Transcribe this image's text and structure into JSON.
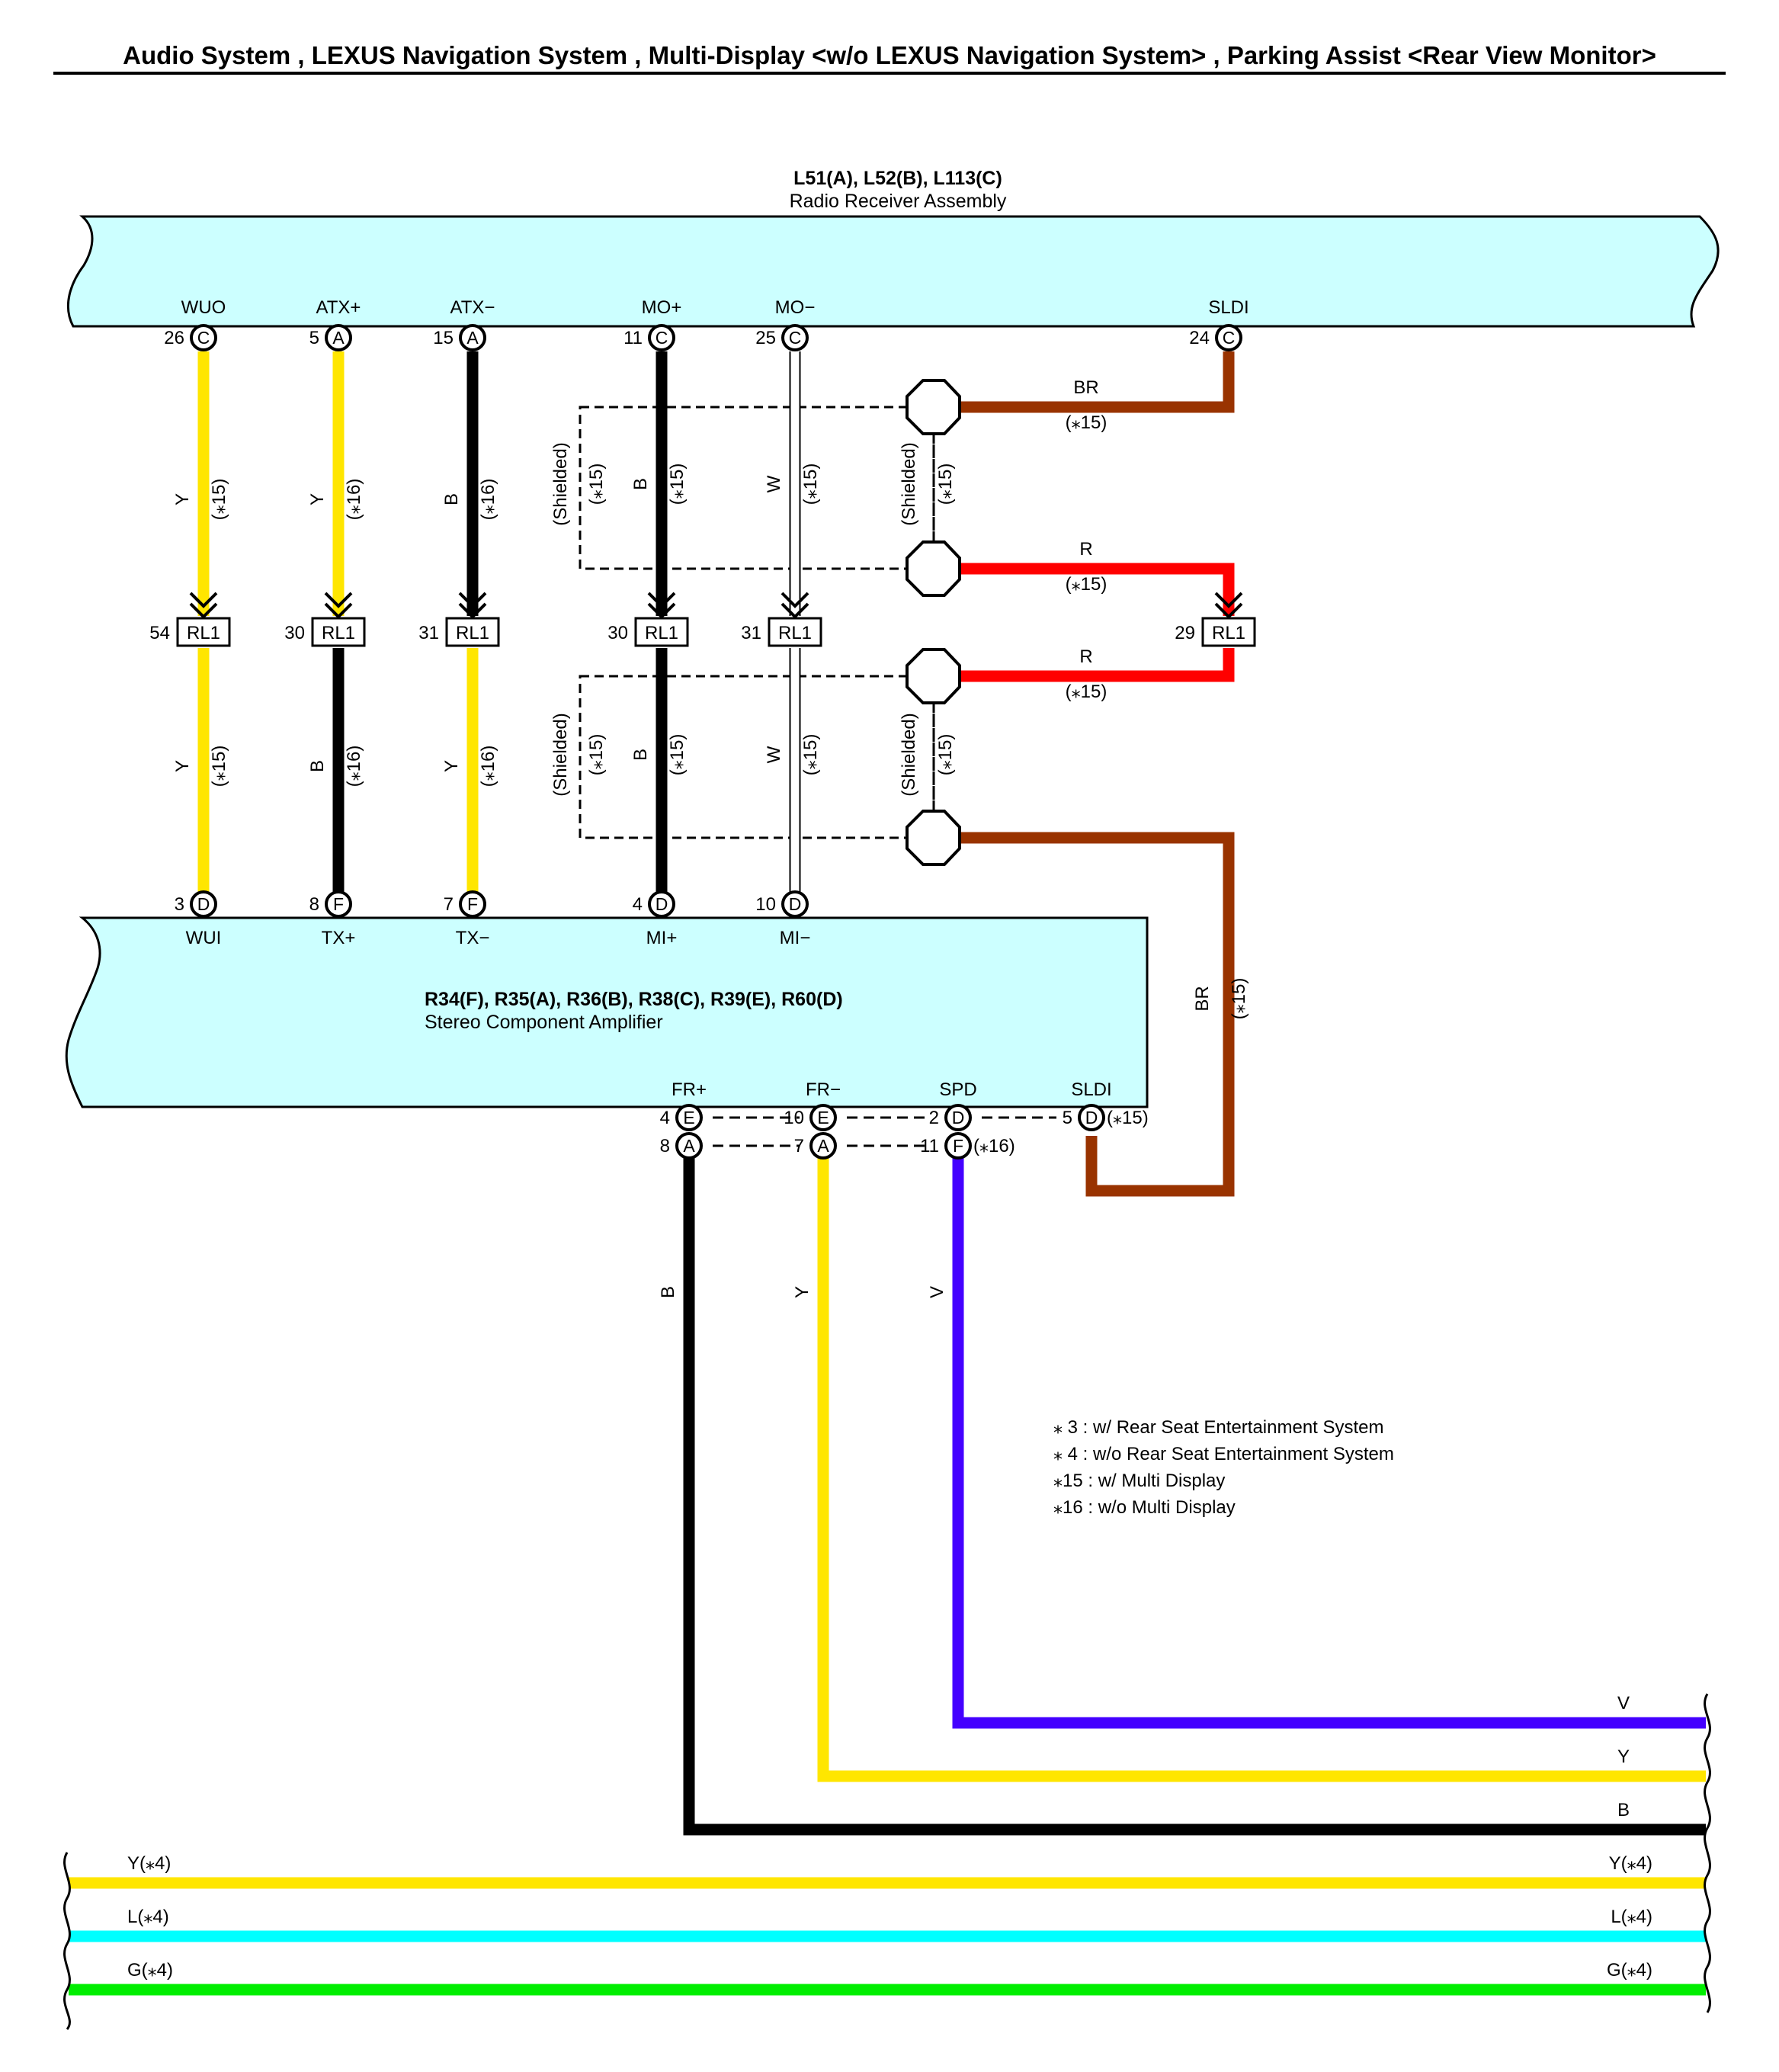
{
  "page": {
    "title": "Audio System , LEXUS Navigation System , Multi-Display <w/o LEXUS Navigation System> , Parking Assist <Rear View Monitor>"
  },
  "colors": {
    "component_fill": "#ccffff",
    "Y": "#ffe600",
    "B": "#000000",
    "W": "#ffffff",
    "R": "#ff0000",
    "BR": "#993300",
    "V": "#4400ff",
    "L": "#00ffff",
    "G": "#00ee00"
  },
  "components": {
    "radio": {
      "name": "L51(A), L52(B), L113(C)",
      "desc": "Radio Receiver Assembly",
      "pins": [
        {
          "label": "WUO",
          "num": "26",
          "conn": "C"
        },
        {
          "label": "ATX+",
          "num": "5",
          "conn": "A"
        },
        {
          "label": "ATX−",
          "num": "15",
          "conn": "A"
        },
        {
          "label": "MO+",
          "num": "11",
          "conn": "C"
        },
        {
          "label": "MO−",
          "num": "25",
          "conn": "C"
        },
        {
          "label": "SLDI",
          "num": "24",
          "conn": "C"
        }
      ]
    },
    "amp": {
      "name": "R34(F), R35(A), R36(B), R38(C), R39(E), R60(D)",
      "desc": "Stereo Component Amplifier",
      "top_pins": [
        {
          "label": "WUI",
          "num": "3",
          "conn": "D"
        },
        {
          "label": "TX+",
          "num": "8",
          "conn": "F"
        },
        {
          "label": "TX−",
          "num": "7",
          "conn": "F"
        },
        {
          "label": "MI+",
          "num": "4",
          "conn": "D"
        },
        {
          "label": "MI−",
          "num": "10",
          "conn": "D"
        }
      ],
      "bottom_labels": [
        "FR+",
        "FR−",
        "SPD",
        "SLDI"
      ],
      "row1": [
        {
          "num": "4",
          "conn": "E"
        },
        {
          "num": "10",
          "conn": "E"
        },
        {
          "num": "2",
          "conn": "D"
        },
        {
          "num": "5",
          "conn": "D",
          "note": "(⁎15)"
        }
      ],
      "row2": [
        {
          "num": "8",
          "conn": "A"
        },
        {
          "num": "7",
          "conn": "A"
        },
        {
          "num": "11",
          "conn": "F",
          "note": "(⁎16)"
        }
      ]
    }
  },
  "junction": {
    "name": "RL1",
    "pins": [
      "54",
      "30",
      "31",
      "30",
      "31",
      "29"
    ]
  },
  "wires": {
    "upper": [
      {
        "color": "Y",
        "note": "(⁎15)"
      },
      {
        "color": "Y",
        "note": "(⁎16)"
      },
      {
        "color": "B",
        "note": "(⁎16)"
      },
      {
        "color": "B",
        "note": "(⁎15)"
      },
      {
        "color": "W",
        "note": "(⁎15)"
      }
    ],
    "lower": [
      {
        "color": "Y",
        "note": "(⁎15)"
      },
      {
        "color": "B",
        "note": "(⁎16)"
      },
      {
        "color": "Y",
        "note": "(⁎16)"
      },
      {
        "color": "B",
        "note": "(⁎15)"
      },
      {
        "color": "W",
        "note": "(⁎15)"
      }
    ],
    "shield_text": "(Shielded)",
    "shield_note": "(⁎15)",
    "horizontal": [
      {
        "color": "BR",
        "note": "(⁎15)"
      },
      {
        "color": "R",
        "note": "(⁎15)"
      },
      {
        "color": "R",
        "note": "(⁎15)"
      }
    ],
    "br_vertical": {
      "color": "BR",
      "note": "(⁎15)"
    },
    "amp_out": [
      "B",
      "Y",
      "V"
    ],
    "right_ends": [
      "V",
      "Y",
      "B"
    ],
    "bottom_bus": [
      {
        "left": "Y(⁎4)",
        "right": "Y(⁎4)"
      },
      {
        "left": "L(⁎4)",
        "right": "L(⁎4)"
      },
      {
        "left": "G(⁎4)",
        "right": "G(⁎4)"
      }
    ]
  },
  "notes": [
    "⁎ 3 : w/ Rear Seat Entertainment System",
    "⁎ 4 : w/o Rear Seat Entertainment System",
    "⁎15 : w/ Multi Display",
    "⁎16 : w/o Multi Display"
  ]
}
